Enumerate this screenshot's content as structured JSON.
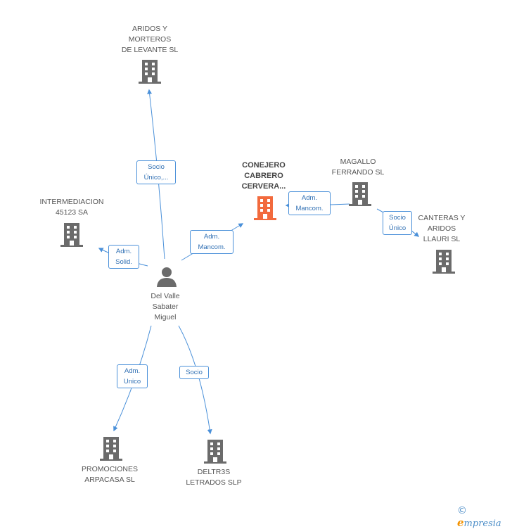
{
  "colors": {
    "edge": "#4a90d9",
    "building": "#6b6b6b",
    "main_building": "#f26a3d",
    "person": "#6b6b6b"
  },
  "nodes": {
    "aridos_morteros": {
      "label": "ARIDOS Y\nMORTEROS\nDE LEVANTE SL",
      "icon": "building-icon"
    },
    "intermediacion": {
      "label": "INTERMEDIACION\n45123 SA",
      "icon": "building-icon"
    },
    "conejero": {
      "label": "CONEJERO\nCABRERO\nCERVERA...",
      "icon": "building-icon"
    },
    "magallo": {
      "label": "MAGALLO\nFERRANDO  SL",
      "icon": "building-icon"
    },
    "canteras": {
      "label": "CANTERAS Y\nARIDOS\nLLAURI SL",
      "icon": "building-icon"
    },
    "person": {
      "label": "Del Valle\nSabater\nMiguel",
      "icon": "person-icon"
    },
    "promociones": {
      "label": "PROMOCIONES\nARPACASA SL",
      "icon": "building-icon"
    },
    "deltr3s": {
      "label": "DELTR3S\nLETRADOS SLP",
      "icon": "building-icon"
    }
  },
  "edges": {
    "person_aridos": "Socio\nÚnico,...",
    "person_intermediacion": "Adm.\nSolid.",
    "person_conejero": "Adm.\nMancom.",
    "magallo_conejero": "Adm.\nMancom.",
    "magallo_canteras": "Socio\nÚnico",
    "person_promociones": "Adm.\nUnico",
    "person_deltr3s": "Socio"
  },
  "footer": {
    "copyright": "©",
    "brand_e": "e",
    "brand_rest": "mpresia"
  }
}
